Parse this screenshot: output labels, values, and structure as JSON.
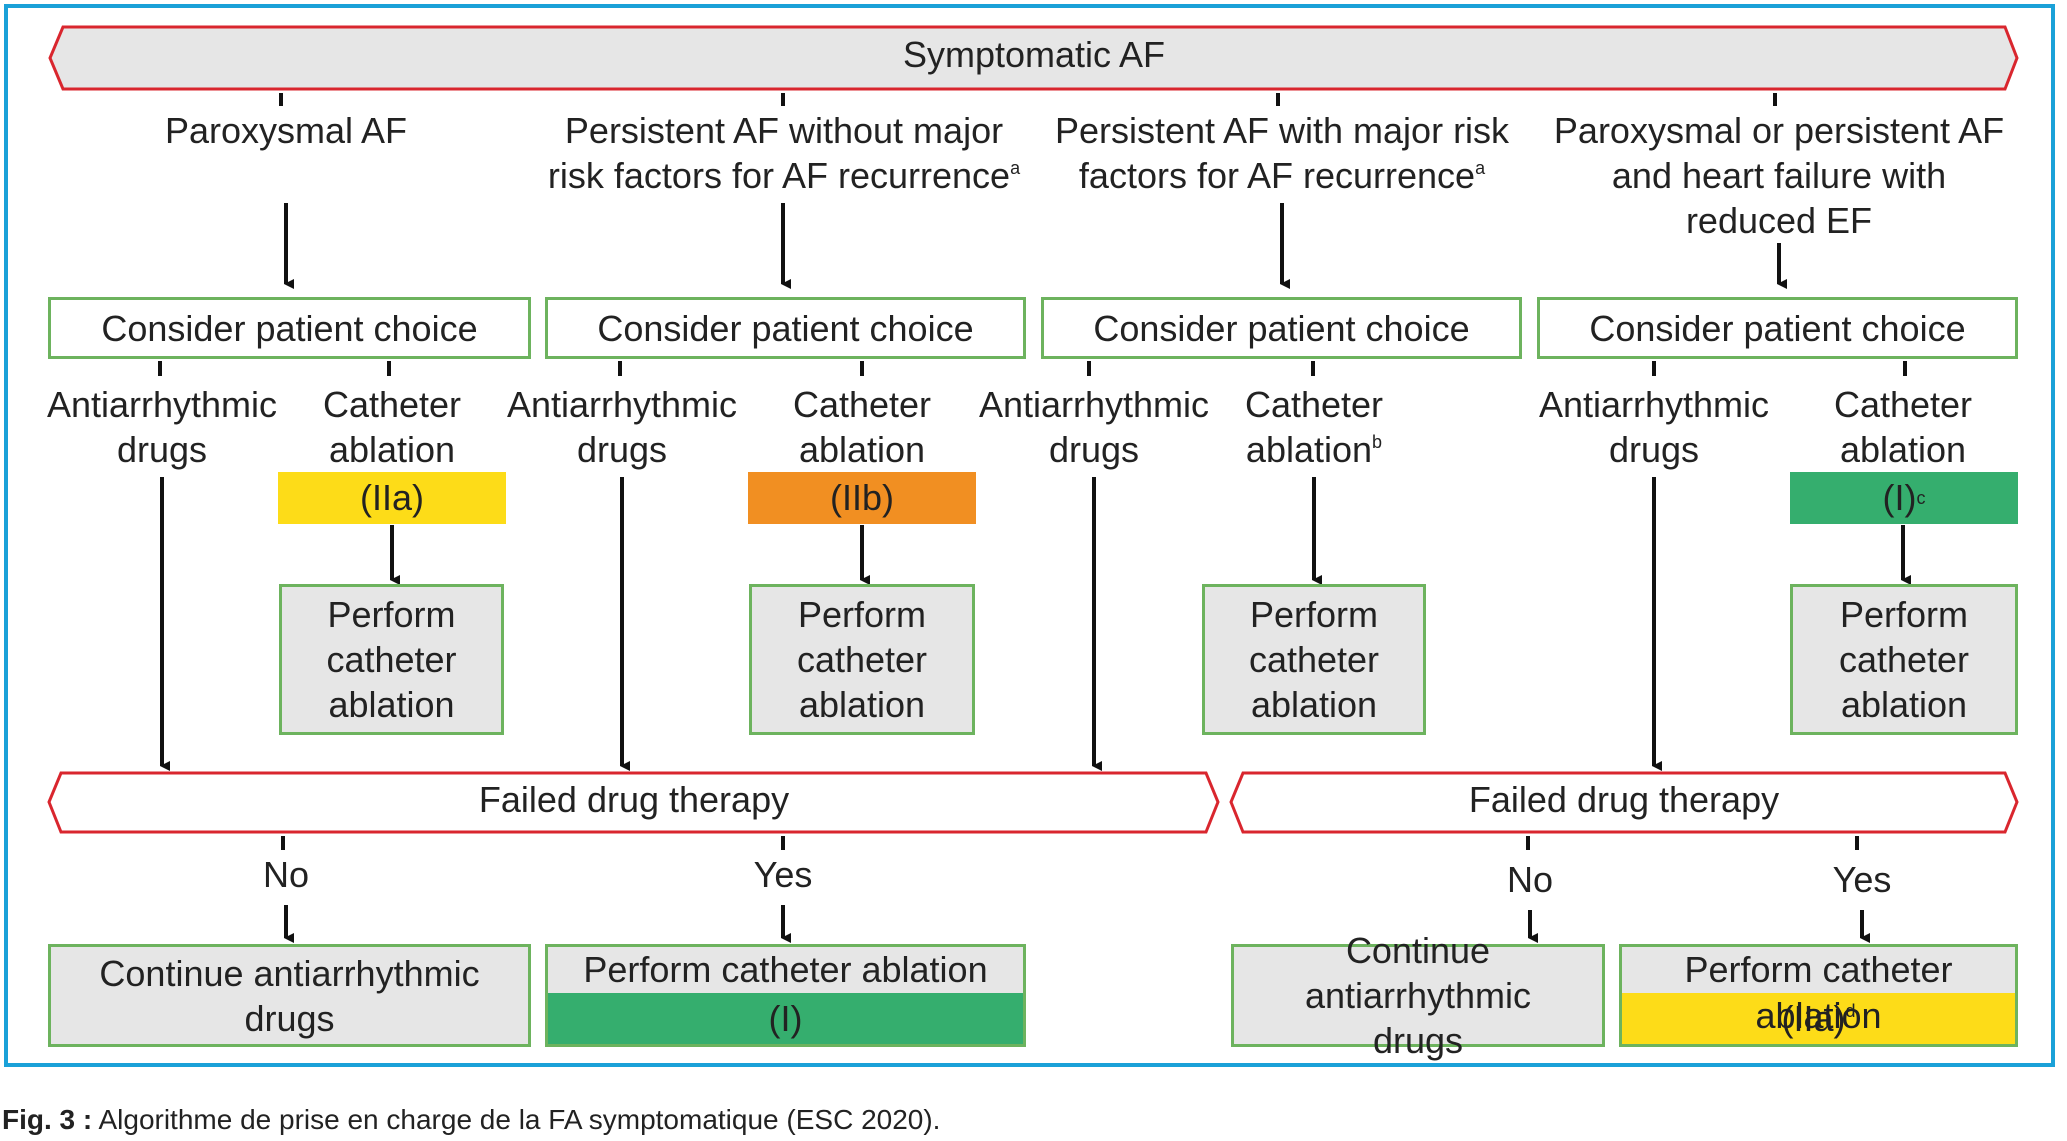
{
  "top": "Symptomatic AF",
  "categories": [
    {
      "line1": "Paroxysmal AF",
      "line2": "",
      "line3": "",
      "sup": ""
    },
    {
      "line1": "Persistent AF without major",
      "line2": "risk factors for AF recurrence",
      "line3": "",
      "sup": "a"
    },
    {
      "line1": "Persistent AF with major risk",
      "line2": "factors for AF recurrence",
      "line3": "",
      "sup": "a"
    },
    {
      "line1": "Paroxysmal or persistent AF",
      "line2": "and heart failure with",
      "line3": "reduced EF",
      "sup": ""
    }
  ],
  "choice": "Consider patient choice",
  "drugs": {
    "line1": "Antiarrhythmic",
    "line2": "drugs"
  },
  "ablation": {
    "line1": "Catheter",
    "line2": "ablation",
    "sup_col3": "b"
  },
  "grades": [
    {
      "label": "(IIa)",
      "sup": "",
      "color": "#fddc18"
    },
    {
      "label": "(IIb)",
      "sup": "",
      "color": "#f18f22"
    },
    {
      "label": "",
      "sup": "",
      "color": ""
    },
    {
      "label": "(I)",
      "sup": "c",
      "color": "#35ae6e"
    }
  ],
  "perform": {
    "line1": "Perform",
    "line2": "catheter",
    "line3": "ablation"
  },
  "failed": "Failed drug therapy",
  "no": "No",
  "yes": "Yes",
  "continue": {
    "line1": "Continue antiarrhythmic",
    "line2": "drugs"
  },
  "perform_single": "Perform catheter ablation",
  "outcome_grades": [
    {
      "label": "(I)",
      "sup": "",
      "color": "#35ae6e"
    },
    {
      "label": "(IIa)",
      "sup": "d",
      "color": "#fddc18"
    }
  ],
  "caption": {
    "label": "Fig. 3 :",
    "text": " Algorithme de prise en charge de la FA symptomatique (ESC 2020)."
  },
  "colors": {
    "frame": "#1aa1d8",
    "hex_border": "#d9262e",
    "box_border": "#6db35e",
    "grey_fill": "#e6e6e6"
  }
}
